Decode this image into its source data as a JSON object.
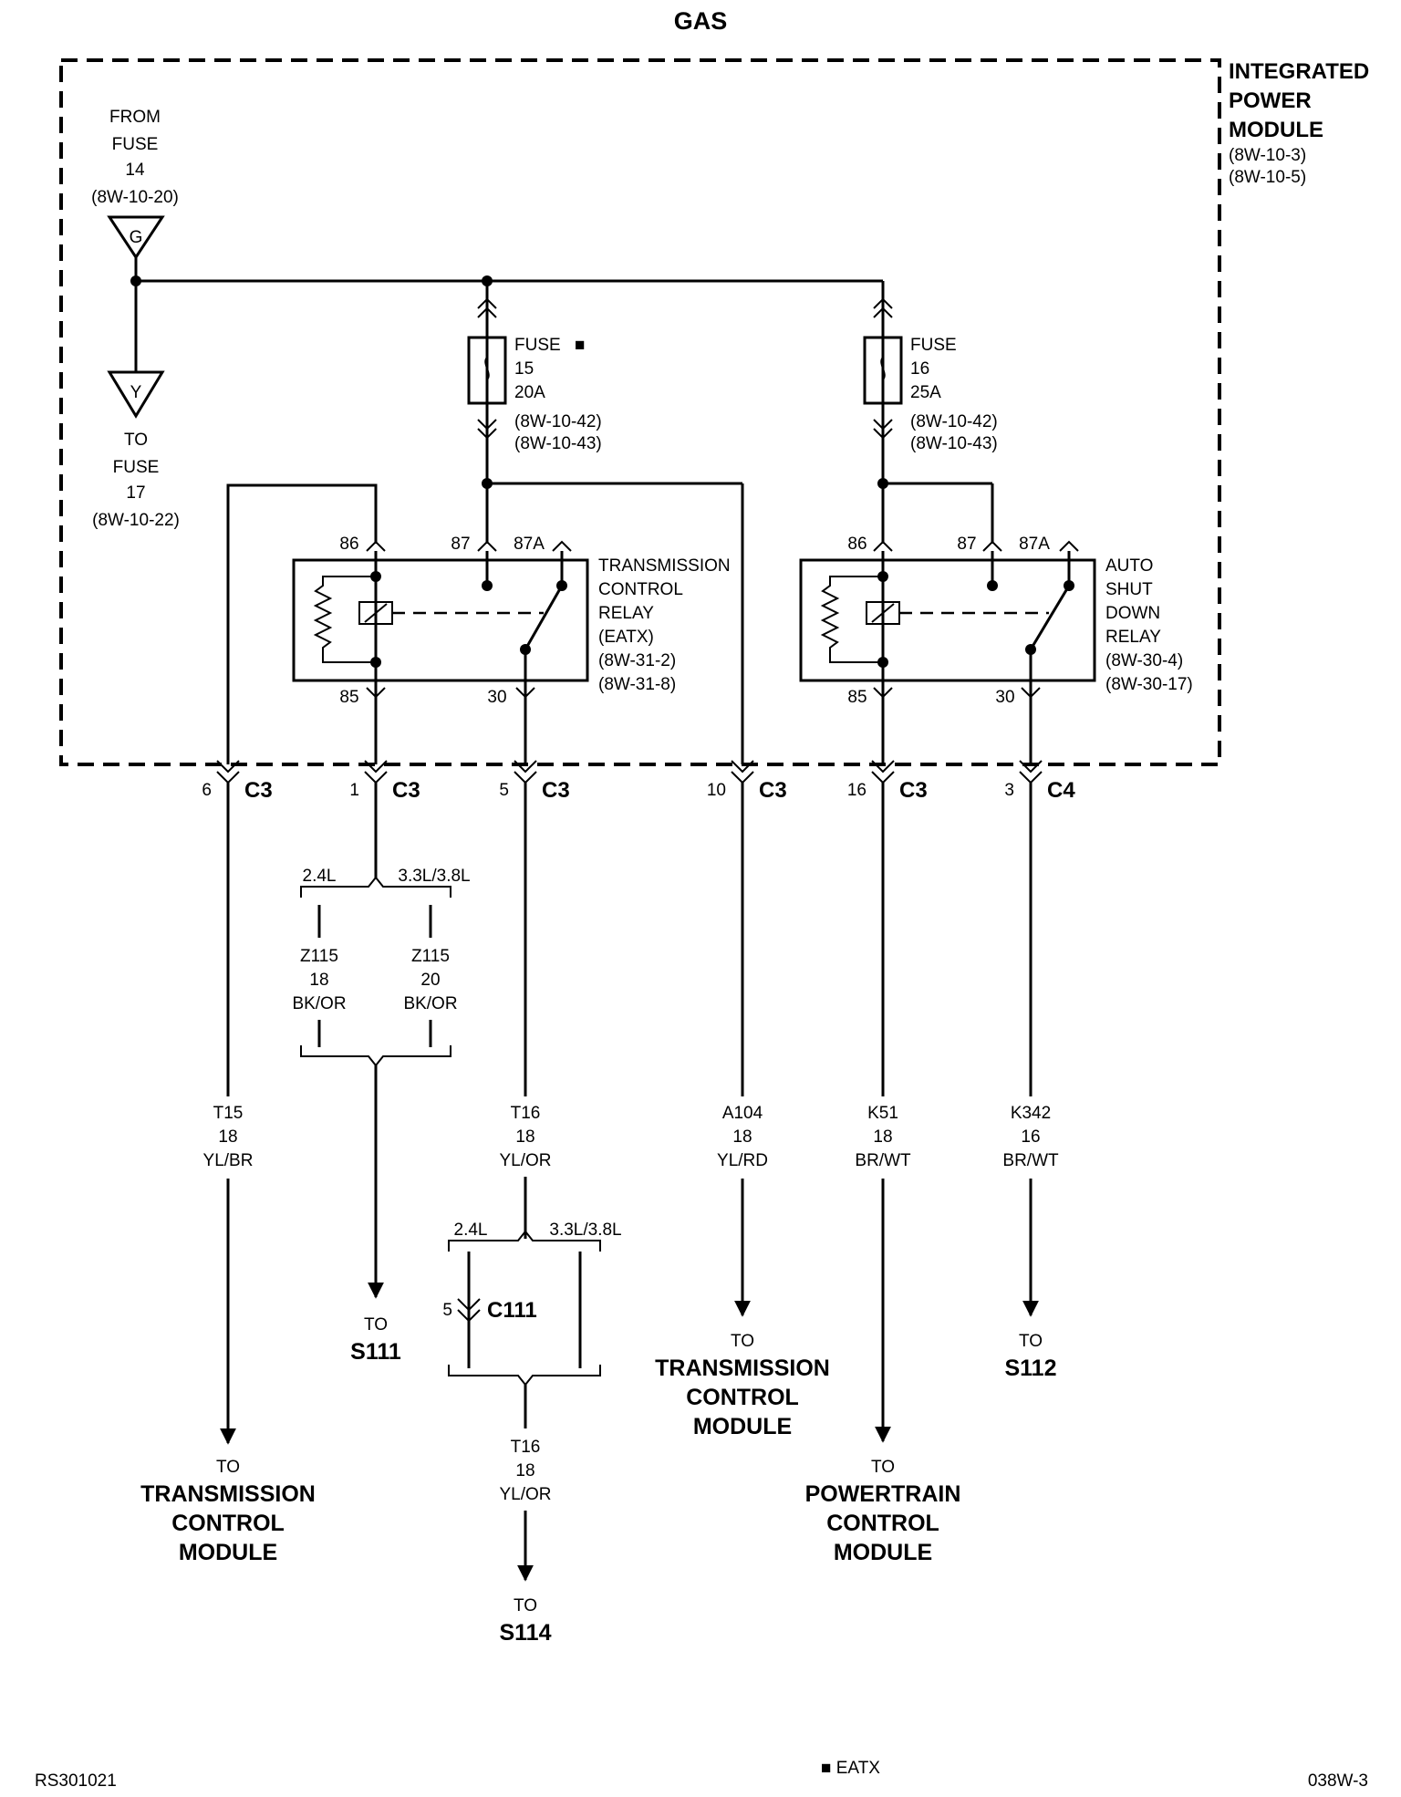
{
  "title": "GAS",
  "ipm": {
    "name_lines": [
      "INTEGRATED",
      "POWER",
      "MODULE"
    ],
    "refs": [
      "(8W-10-3)",
      "(8W-10-5)"
    ]
  },
  "feed": {
    "from_lines": [
      "FROM",
      "FUSE",
      "14",
      "(8W-10-20)"
    ],
    "from_letter": "G",
    "to_letter": "Y",
    "to_lines": [
      "TO",
      "FUSE",
      "17",
      "(8W-10-22)"
    ]
  },
  "fuse15": {
    "label": "FUSE",
    "marker": "■",
    "number": "15",
    "rating": "20A",
    "refs": [
      "(8W-10-42)",
      "(8W-10-43)"
    ]
  },
  "fuse16": {
    "label": "FUSE",
    "number": "16",
    "rating": "25A",
    "refs": [
      "(8W-10-42)",
      "(8W-10-43)"
    ]
  },
  "tcr": {
    "pins": {
      "p86": "86",
      "p87": "87",
      "p87a": "87A",
      "p85": "85",
      "p30": "30"
    },
    "name_lines": [
      "TRANSMISSION",
      "CONTROL",
      "RELAY",
      "(EATX)",
      "(8W-31-2)",
      "(8W-31-8)"
    ]
  },
  "asd": {
    "pins": {
      "p86": "86",
      "p87": "87",
      "p87a": "87A",
      "p85": "85",
      "p30": "30"
    },
    "name_lines": [
      "AUTO",
      "SHUT",
      "DOWN",
      "RELAY",
      "(8W-30-4)",
      "(8W-30-17)"
    ]
  },
  "connectors": [
    {
      "pin": "6",
      "name": "C3"
    },
    {
      "pin": "1",
      "name": "C3"
    },
    {
      "pin": "5",
      "name": "C3"
    },
    {
      "pin": "10",
      "name": "C3"
    },
    {
      "pin": "16",
      "name": "C3"
    },
    {
      "pin": "3",
      "name": "C4"
    }
  ],
  "engine_split_1": {
    "left": "2.4L",
    "right": "3.3L/3.8L"
  },
  "z115_left": [
    "Z115",
    "18",
    "BK/OR"
  ],
  "z115_right": [
    "Z115",
    "20",
    "BK/OR"
  ],
  "wires": {
    "t15": [
      "T15",
      "18",
      "YL/BR"
    ],
    "t16": [
      "T16",
      "18",
      "YL/OR"
    ],
    "a104": [
      "A104",
      "18",
      "YL/RD"
    ],
    "k51": [
      "K51",
      "18",
      "BR/WT"
    ],
    "k342": [
      "K342",
      "16",
      "BR/WT"
    ],
    "t16b": [
      "T16",
      "18",
      "YL/OR"
    ]
  },
  "engine_split_2": {
    "left": "2.4L",
    "right": "3.3L/3.8L"
  },
  "c111": {
    "pin": "5",
    "name": "C111"
  },
  "destinations": {
    "tcm1": {
      "to": "TO",
      "lines": [
        "TRANSMISSION",
        "CONTROL",
        "MODULE"
      ]
    },
    "s111": {
      "to": "TO",
      "lines": [
        "S111"
      ]
    },
    "s114": {
      "to": "TO",
      "lines": [
        "S114"
      ]
    },
    "tcm2": {
      "to": "TO",
      "lines": [
        "TRANSMISSION",
        "CONTROL",
        "MODULE"
      ]
    },
    "pcm": {
      "to": "TO",
      "lines": [
        "POWERTRAIN",
        "CONTROL",
        "MODULE"
      ]
    },
    "s112": {
      "to": "TO",
      "lines": [
        "S112"
      ]
    }
  },
  "footer": {
    "left": "RS301021",
    "center": "■ EATX",
    "right": "038W-3"
  }
}
